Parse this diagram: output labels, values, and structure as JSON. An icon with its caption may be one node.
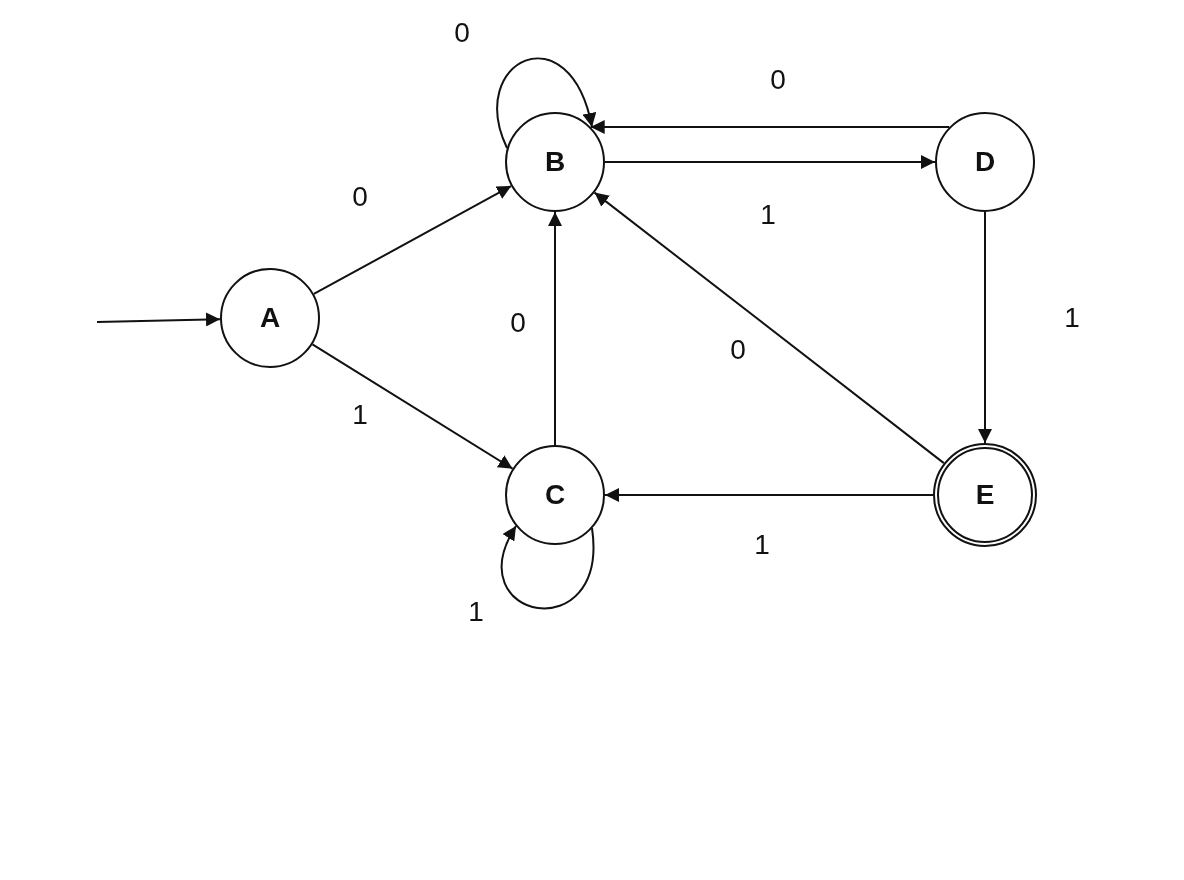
{
  "diagram": {
    "nodes": [
      {
        "text": [
          "A"
        ]
      },
      {
        "text": [
          "B"
        ]
      },
      {
        "text": [
          "C"
        ]
      },
      {
        "text": [
          "D"
        ]
      },
      {
        "text": [
          "E"
        ]
      }
    ],
    "edges": [
      {
        "from": null,
        "to": 0,
        "arrow": "to"
      },
      {
        "from": 0,
        "to": 1,
        "arrow": "to",
        "label": "0"
      },
      {
        "from": 0,
        "to": 2,
        "arrow": "to",
        "label": "1"
      },
      {
        "from": 1,
        "to": 1,
        "arrow": "to",
        "label": "0"
      },
      {
        "from": 2,
        "to": 2,
        "arrow": "to",
        "label": "1"
      },
      {
        "from": 2,
        "to": 1,
        "arrow": "to",
        "label": "0"
      },
      {
        "from": 1,
        "to": 3,
        "arrow": "to",
        "label": "1"
      },
      {
        "from": 3,
        "to": 1,
        "arrow": "to",
        "label": "0"
      },
      {
        "from": 3,
        "to": 4,
        "arrow": "to",
        "label": "1"
      },
      {
        "from": 4,
        "to": 1,
        "arrow": "to",
        "label": "0"
      },
      {
        "from": 4,
        "to": 2,
        "arrow": "to",
        "label": "1"
      }
    ]
  }
}
